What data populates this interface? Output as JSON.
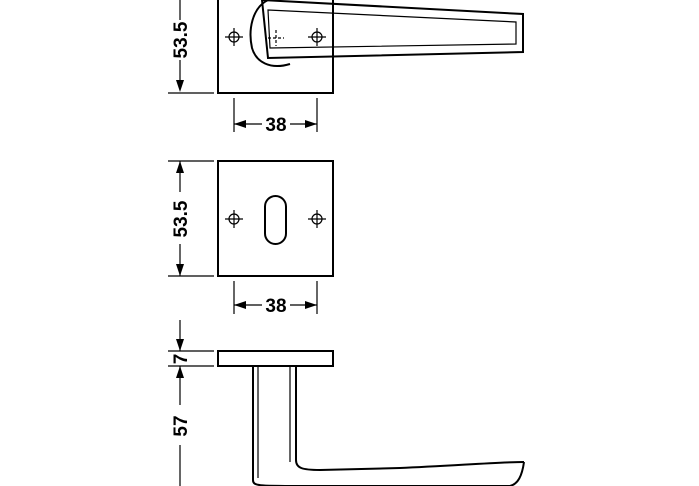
{
  "dimensions": {
    "rose_height": "53.5",
    "rose_width": "38",
    "escutcheon_height": "53.5",
    "escutcheon_width": "38",
    "rose_thickness": "7",
    "handle_projection": "57"
  },
  "colors": {
    "line": "#000000",
    "background": "#ffffff"
  }
}
